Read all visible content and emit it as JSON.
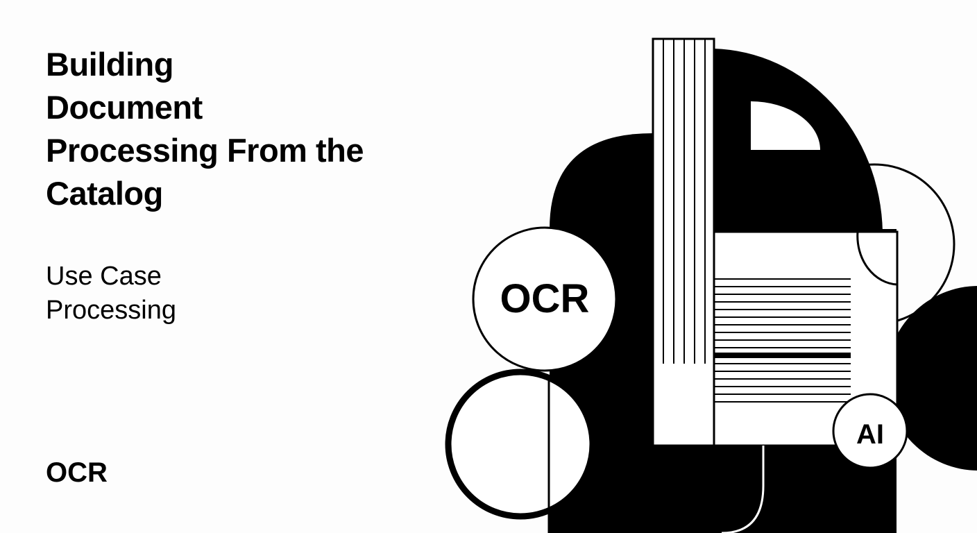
{
  "title": {
    "lines": [
      "Building",
      "Document",
      "Processing From the",
      "Catalog"
    ]
  },
  "subtitle": {
    "lines": [
      "Use Case",
      "Processing"
    ]
  },
  "tag": "OCR",
  "illustration": {
    "badge_ocr": "OCR",
    "badge_ai": "AI"
  }
}
